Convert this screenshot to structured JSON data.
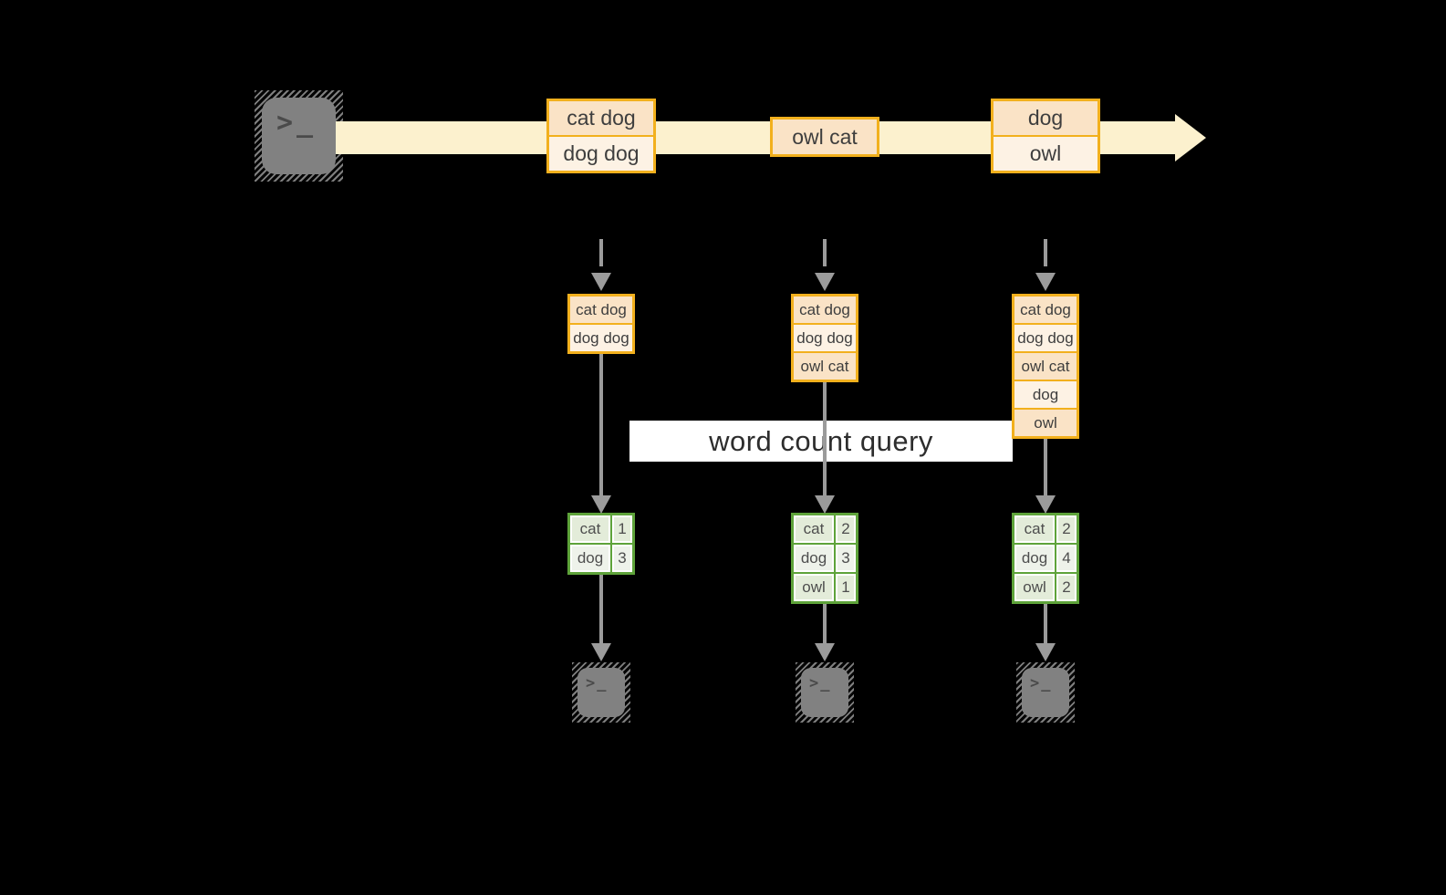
{
  "diagram": {
    "query_label": "word count query",
    "terminal_prompt": ">_"
  },
  "stream": {
    "events": [
      {
        "lines": [
          "cat dog",
          "dog dog"
        ]
      },
      {
        "lines": [
          "owl cat"
        ]
      },
      {
        "lines": [
          "dog",
          "owl"
        ]
      }
    ]
  },
  "columns": [
    {
      "state": [
        "cat dog",
        "dog dog"
      ],
      "counts": [
        {
          "word": "cat",
          "count": "1"
        },
        {
          "word": "dog",
          "count": "3"
        }
      ]
    },
    {
      "state": [
        "cat dog",
        "dog dog",
        "owl cat"
      ],
      "counts": [
        {
          "word": "cat",
          "count": "2"
        },
        {
          "word": "dog",
          "count": "3"
        },
        {
          "word": "owl",
          "count": "1"
        }
      ]
    },
    {
      "state": [
        "cat dog",
        "dog dog",
        "owl cat",
        "dog",
        "owl"
      ],
      "counts": [
        {
          "word": "cat",
          "count": "2"
        },
        {
          "word": "dog",
          "count": "4"
        },
        {
          "word": "owl",
          "count": "2"
        }
      ]
    }
  ],
  "colors": {
    "background": "#000000",
    "stream_band": "#fcf1ce",
    "box_border": "#f2b01d",
    "cell_peach": "#fae3c6",
    "cell_cream": "#fdf2e4",
    "table_border": "#5ea33a",
    "table_cell_dark": "#e3ecd9",
    "table_cell_light": "#eef2ea",
    "arrow_gray": "#9b9b9b",
    "query_band_bg": "#ffffff",
    "terminal_gray": "#818181"
  }
}
